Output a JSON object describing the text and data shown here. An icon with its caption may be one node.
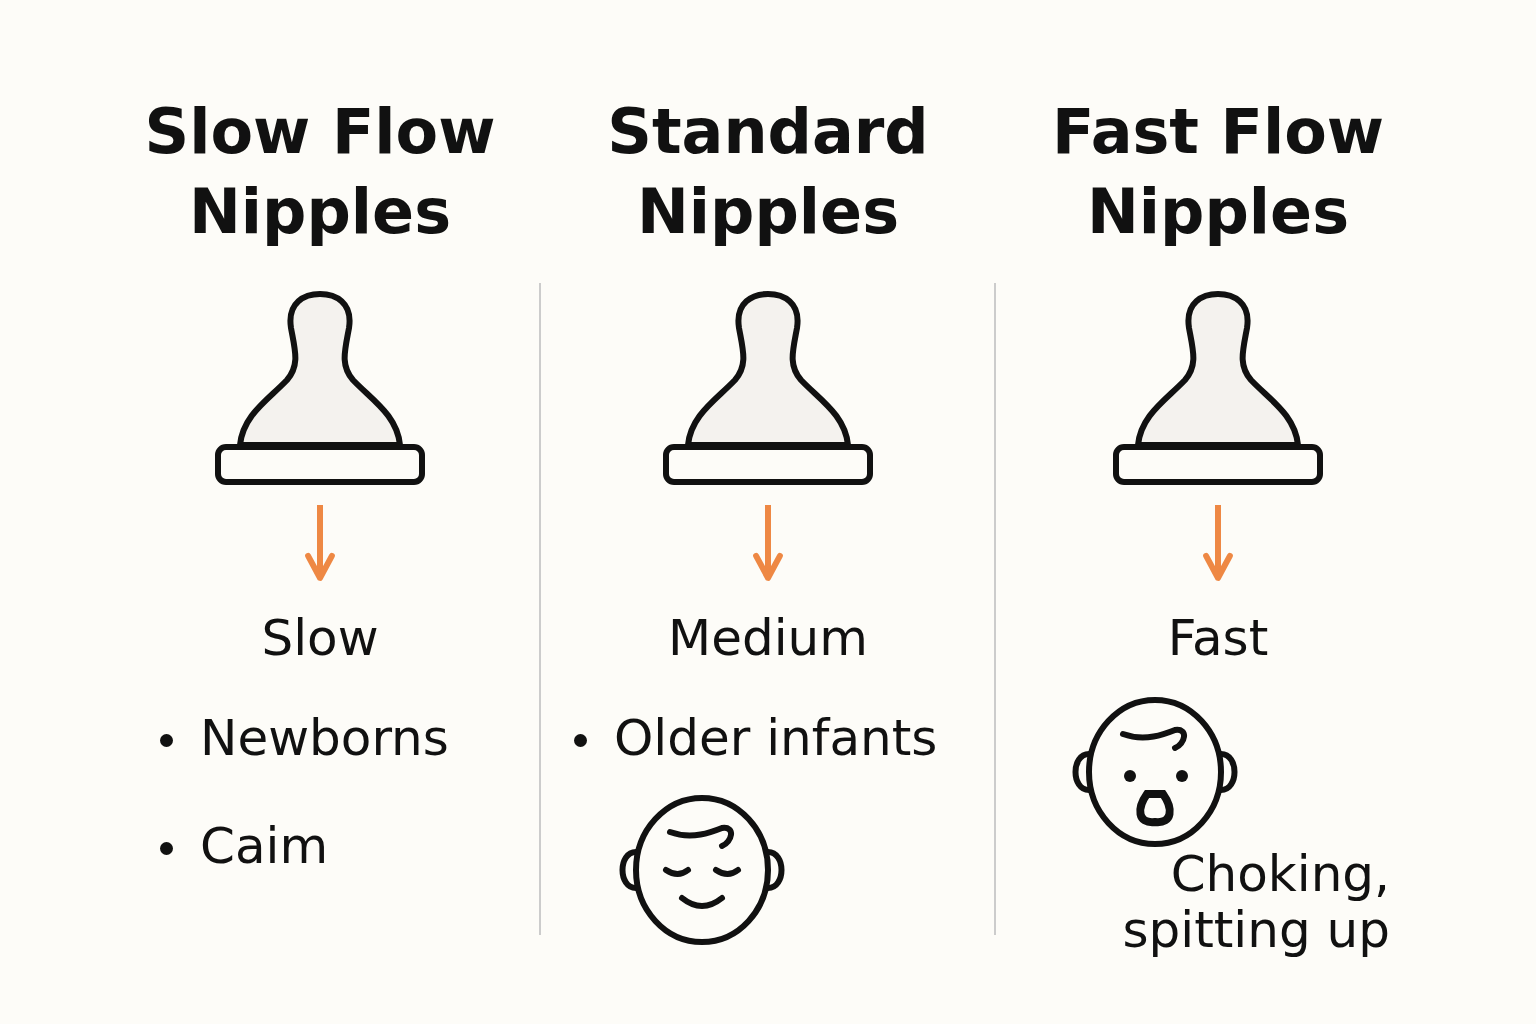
{
  "diagram": {
    "nodes": [
      {
        "text": [],
        "shape": "picture"
      },
      {
        "text": [
          "Slow"
        ]
      },
      {
        "text": [],
        "shape": "picture"
      },
      {
        "text": [
          "Medium"
        ]
      },
      {
        "text": [],
        "shape": "picture"
      },
      {
        "text": [
          "Fast"
        ]
      }
    ],
    "edges": [
      {
        "from": 0,
        "to": 1,
        "arrow": "to"
      },
      {
        "from": 2,
        "to": 3,
        "arrow": "to"
      },
      {
        "from": 4,
        "to": 5,
        "arrow": "to"
      }
    ],
    "labels": [
      "Slow Flow Nipples",
      "Standard Nipples",
      "Fast Flow Nipples",
      "Newborns",
      "Older infants",
      "Caim",
      "Choking, spitting up"
    ]
  }
}
